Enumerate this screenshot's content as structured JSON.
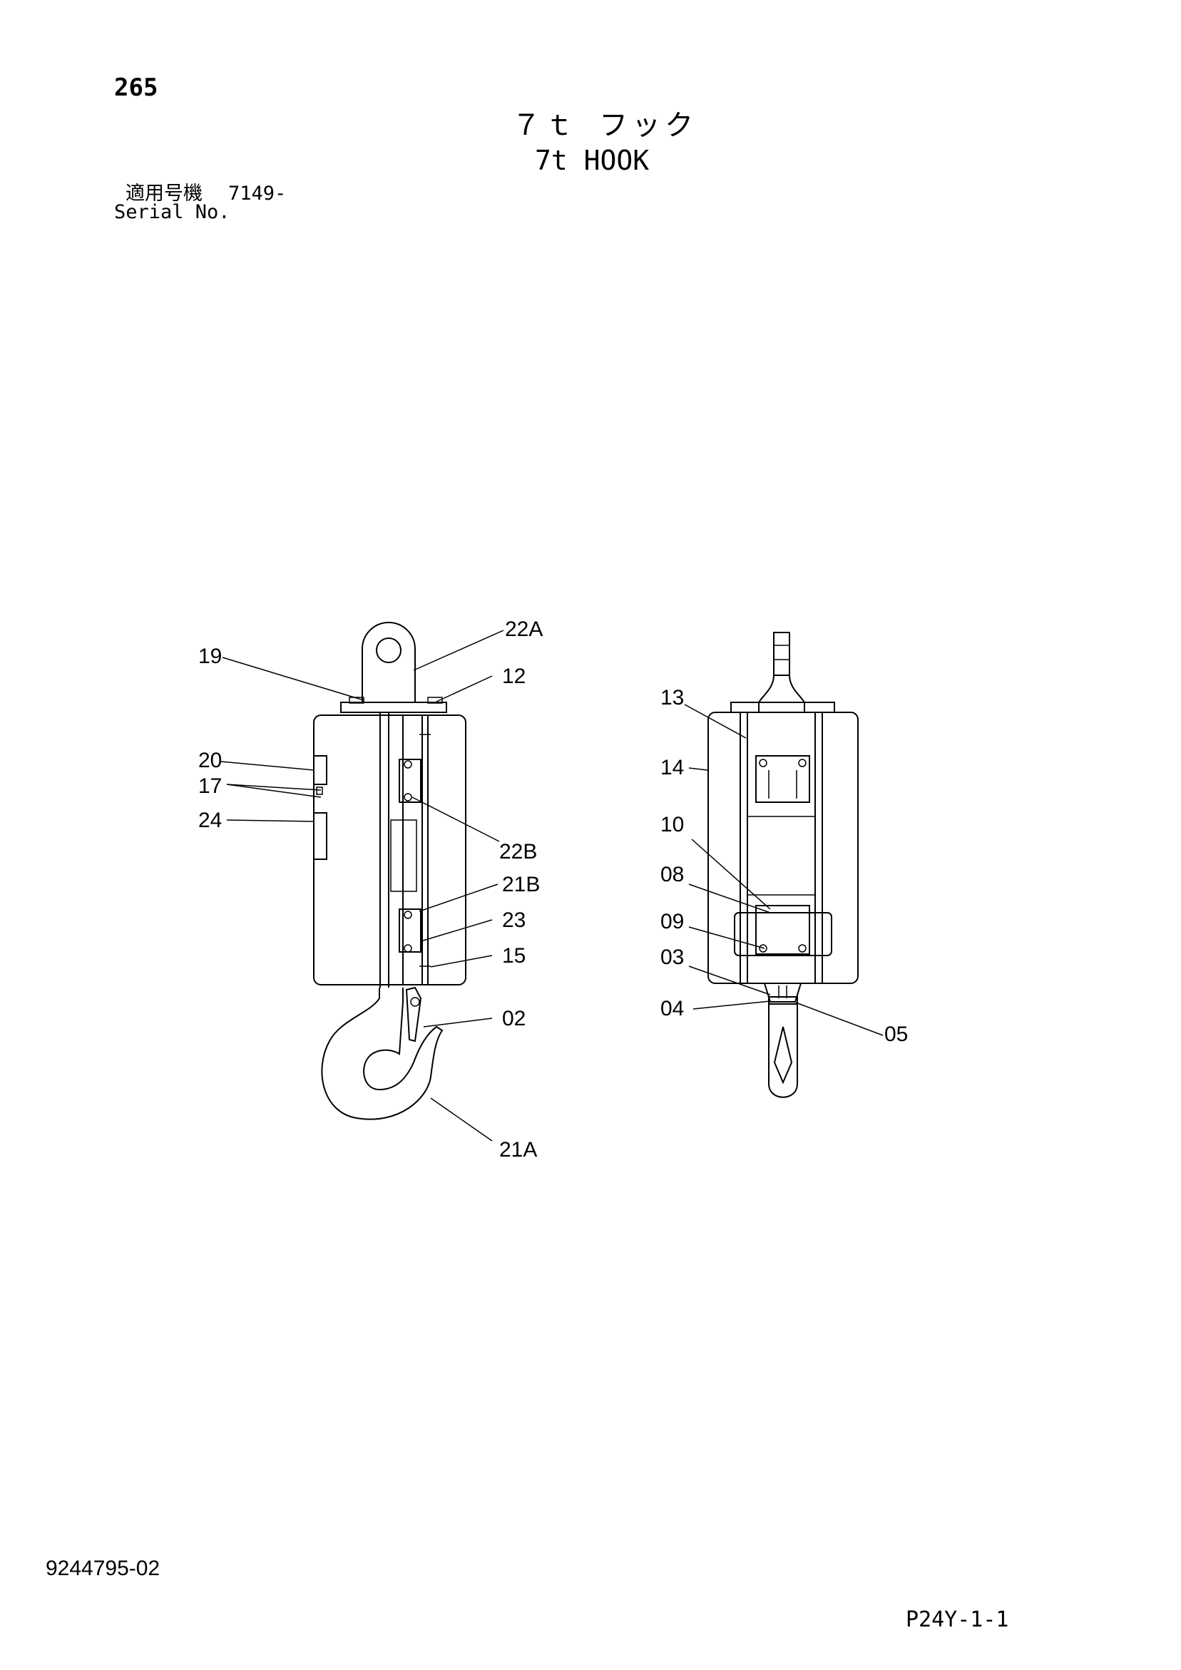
{
  "header": {
    "page_number": "265",
    "title_jp": "７ｔ フック",
    "title_en": "7t HOOK",
    "serial_label_jp": "適用号機",
    "serial_value": "7149-",
    "serial_label_en": "Serial No."
  },
  "footer": {
    "doc_number": "9244795-02",
    "page_code": "P24Y-1-1"
  },
  "parts": {
    "p22A": "22A",
    "p19": "19",
    "p12": "12",
    "p20": "20",
    "p17": "17",
    "p24": "24",
    "p22B": "22B",
    "p21B": "21B",
    "p23": "23",
    "p15": "15",
    "p02": "02",
    "p21A": "21A",
    "p13": "13",
    "p14": "14",
    "p10": "10",
    "p08": "08",
    "p09": "09",
    "p03": "03",
    "p04": "04",
    "p05": "05"
  }
}
